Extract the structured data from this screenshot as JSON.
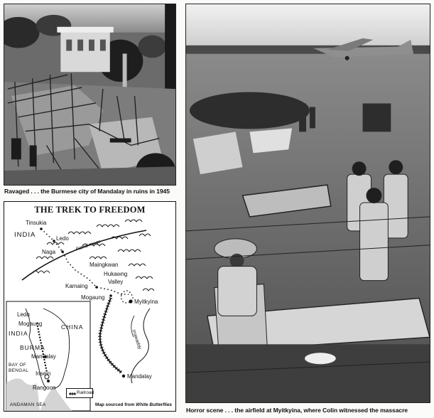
{
  "captions": {
    "mandalay": "Ravaged . . . the Burmese city of Mandalay in ruins in 1945",
    "airfield": "Horror scene . . . the airfield at Myitkyina, where Colin witnessed the massacre"
  },
  "map": {
    "title": "THE TREK TO FREEDOM",
    "places": {
      "tinsukia": "Tinsukia",
      "india": "INDIA",
      "ledo": "Ledo",
      "naga": "Naga",
      "maingkwan": "Maingkwan",
      "hukawng": "Hukawng",
      "valley": "Valley",
      "kamaing": "Kamaing",
      "mogaung": "Mogaung",
      "myitkyina": "Myitkyina",
      "mandalay": "Mandalay",
      "patkai": "Patkai range",
      "irrawaddy": "Irrawaddy"
    },
    "inset": {
      "ledo": "Ledo",
      "mogaung": "Mogaung",
      "india": "INDIA",
      "china": "CHINA",
      "burma": "BURMA",
      "mandalay": "Mandalay",
      "insein": "Insein",
      "rangoon": "Rangoon",
      "bay1": "BAY OF",
      "bay2": "BENGAL",
      "sea": "ANDAMAN SEA"
    },
    "legend": "Railroad",
    "source_prefix": "Map sourced from ",
    "source_book": "White Butterflies"
  }
}
